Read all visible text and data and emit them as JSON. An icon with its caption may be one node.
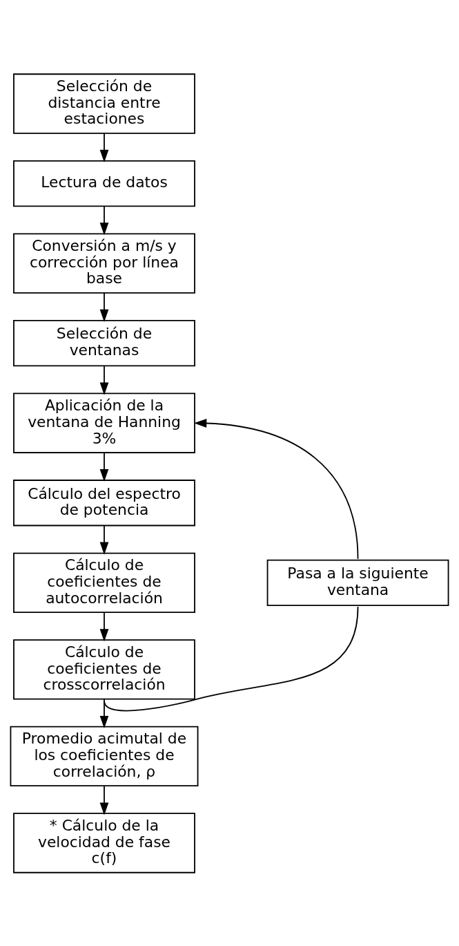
{
  "diagram": {
    "nodes": [
      {
        "text": [
          "Selección de distancia entre estaciones"
        ]
      },
      {
        "text": [
          "Lectura de datos"
        ]
      },
      {
        "text": [
          "Conversión a m/s y corrección por línea base"
        ]
      },
      {
        "text": [
          "Selección de ventanas"
        ]
      },
      {
        "text": [
          "Aplicación de la ventana de Hanning 3%"
        ]
      },
      {
        "text": [
          "Cálculo del espectro de potencia"
        ]
      },
      {
        "text": [
          "Cálculo de coeficientes de autocorrelación"
        ]
      },
      {
        "text": [
          "Cálculo de coeficientes de crosscorrelación"
        ]
      },
      {
        "text": [
          "Promedio acimutal de los coeficientes de correlación, ρ"
        ]
      },
      {
        "text": [
          "* Cálculo de la velocidad de fase c(f)"
        ]
      },
      {
        "text": [
          "Pasa a la siguiente ventana"
        ]
      }
    ],
    "edges": [
      {
        "from": 0,
        "to": 1,
        "arrow": "to"
      },
      {
        "from": 1,
        "to": 2,
        "arrow": "to"
      },
      {
        "from": 2,
        "to": 3,
        "arrow": "to"
      },
      {
        "from": 3,
        "to": 4,
        "arrow": "to"
      },
      {
        "from": 4,
        "to": 5,
        "arrow": "to"
      },
      {
        "from": 5,
        "to": 6,
        "arrow": "to"
      },
      {
        "from": 6,
        "to": 7,
        "arrow": "to"
      },
      {
        "from": 7,
        "to": 8,
        "arrow": "to"
      },
      {
        "from": 8,
        "to": 9,
        "arrow": "to"
      },
      {
        "from": 7,
        "to": 10,
        "arrow": "none"
      },
      {
        "from": 10,
        "to": 4,
        "arrow": "to"
      }
    ]
  }
}
